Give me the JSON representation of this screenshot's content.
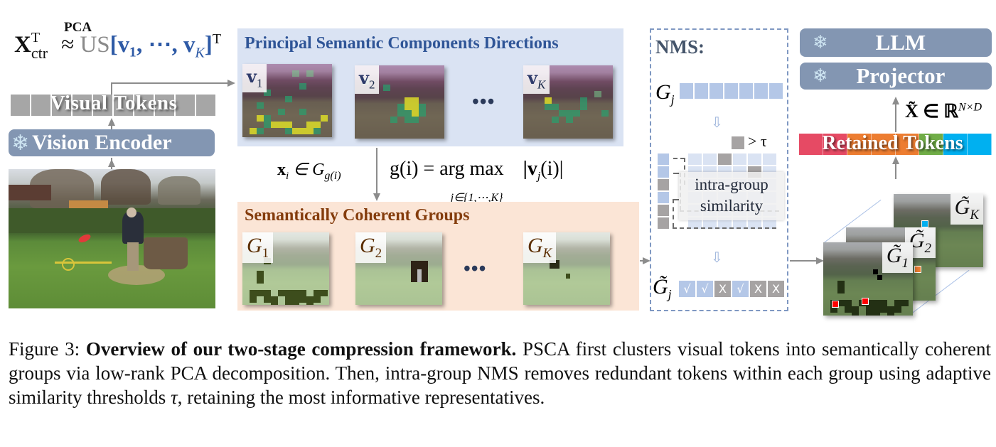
{
  "figure": {
    "formula_top": {
      "lhs": "X",
      "lhs_sup": "T",
      "lhs_sub": "ctr",
      "approx_label": "PCA",
      "approx": "≈",
      "us": "US",
      "vectors": "[v₁, ⋯, v",
      "vector_last_sub": "K",
      "close": "]",
      "close_sup": "T"
    },
    "visual_tokens": {
      "label": "Visual  Tokens",
      "cells": 10
    },
    "vision_encoder": {
      "label": "Vision Encoder",
      "icon": "snowflake-icon",
      "frozen": true
    },
    "input_image": {
      "description": "man throwing red frisbee near tree stump, bicycle on grass"
    },
    "principal_components": {
      "title": "Principal Semantic Components Directions",
      "items": [
        {
          "label": "v",
          "sub": "1"
        },
        {
          "label": "v",
          "sub": "2"
        },
        {
          "label": "v",
          "sub": "K"
        }
      ],
      "ellipsis": "•••"
    },
    "assignment": {
      "left_x": "x",
      "left_x_sub": "i",
      "left_in": " ∈ G",
      "left_sub": "g(i)",
      "right_main": "g(i) = arg max",
      "right_sub": "j∈{1,⋯,K}",
      "right_tail": "|v",
      "right_tail_sub": "j",
      "right_end": "(i)|"
    },
    "groups": {
      "title": "Semantically Coherent Groups",
      "items": [
        {
          "label": "G",
          "sub": "1"
        },
        {
          "label": "G",
          "sub": "2"
        },
        {
          "label": "G",
          "sub": "K"
        }
      ],
      "ellipsis": "•••"
    },
    "nms": {
      "title": "NMS:",
      "group_label": "G",
      "group_sub": "j",
      "group_tokens": 7,
      "threshold_label": "> τ",
      "similarity_label_line1": "intra-group",
      "similarity_label_line2": "similarity",
      "result_label": "G̃",
      "result_sub": "j",
      "result_marks": [
        "√",
        "√",
        "X",
        "√",
        "X",
        "X"
      ]
    },
    "llm": {
      "label": "LLM",
      "icon": "snowflake-icon",
      "frozen": true
    },
    "projector": {
      "label": "Projector",
      "icon": "snowflake-icon",
      "frozen": true
    },
    "retained": {
      "formula": "X̃ ∈ ℝ",
      "formula_sup": "N×D",
      "label": "Retained Tokens",
      "colors": [
        "#e64a64",
        "#e64a64",
        "#ed7d31",
        "#ed7d31",
        "#ed7d31",
        "#70ad47",
        "#00b0f0",
        "#00b0f0"
      ]
    },
    "retained_groups": [
      {
        "label": "G̃",
        "sub": "K"
      },
      {
        "label": "G̃",
        "sub": "2"
      },
      {
        "label": "G̃",
        "sub": "1"
      }
    ]
  },
  "caption": {
    "prefix": "Figure 3: ",
    "bold": "Overview of our two-stage compression framework.",
    "body": " PSCA first clusters visual tokens into semantically coherent groups via low-rank PCA decomposition. Then, intra-group NMS removes redundant tokens within each group using adaptive similarity thresholds ",
    "tau": "τ",
    "end": ", retaining the most informative representatives."
  },
  "colors": {
    "pc_box": "#dae3f3",
    "pc_title": "#2f5597",
    "group_box": "#fbe5d6",
    "group_title": "#843c0c",
    "pill": "#8396b2",
    "token_blue": "#b4c7e7",
    "token_gray": "#a6a3a3"
  }
}
